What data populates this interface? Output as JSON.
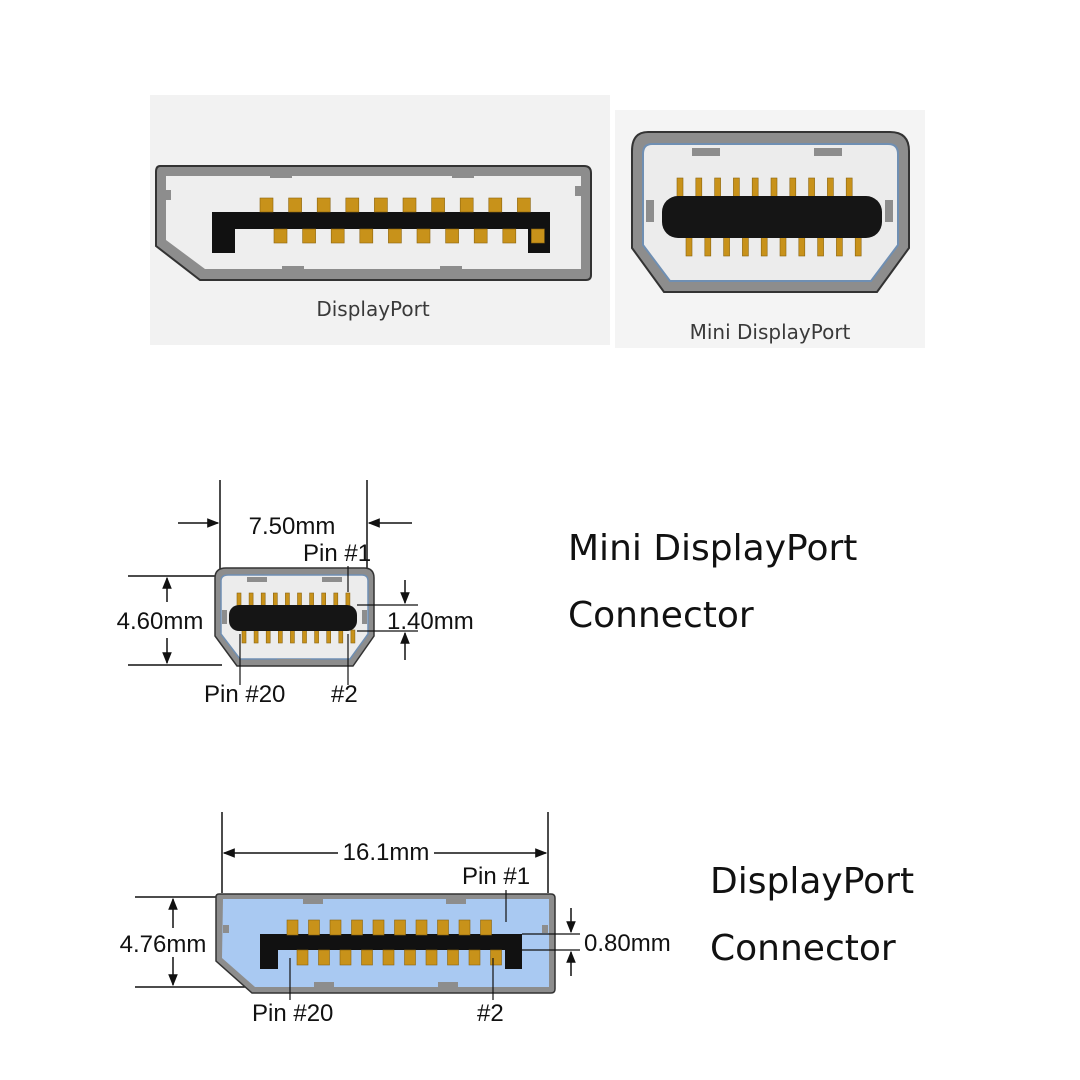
{
  "top_panel": {
    "displayport_label": "DisplayPort",
    "mini_displayport_label": "Mini DisplayPort"
  },
  "mini_diagram": {
    "width_dim": "7.50mm",
    "height_dim": "4.60mm",
    "pin_gap_dim": "1.40mm",
    "pin1_label": "Pin #1",
    "pin20_label": "Pin #20",
    "pin2_label": "#2",
    "title_line1": "Mini DisplayPort",
    "title_line2": "Connector"
  },
  "dp_diagram": {
    "width_dim": "16.1mm",
    "height_dim": "4.76mm",
    "pin_gap_dim": "0.80mm",
    "pin1_label": "Pin #1",
    "pin20_label": "Pin #20",
    "pin2_label": "#2",
    "title_line1": "DisplayPort",
    "title_line2": "Connector"
  },
  "colors": {
    "pin_gold": "#c8921a",
    "pin_gold_dark": "#8a6410",
    "shell_gray": "#8f8f8f",
    "dp_fill_blue": "#a9c9f2",
    "mini_outline_blue": "#6f8fb3"
  }
}
